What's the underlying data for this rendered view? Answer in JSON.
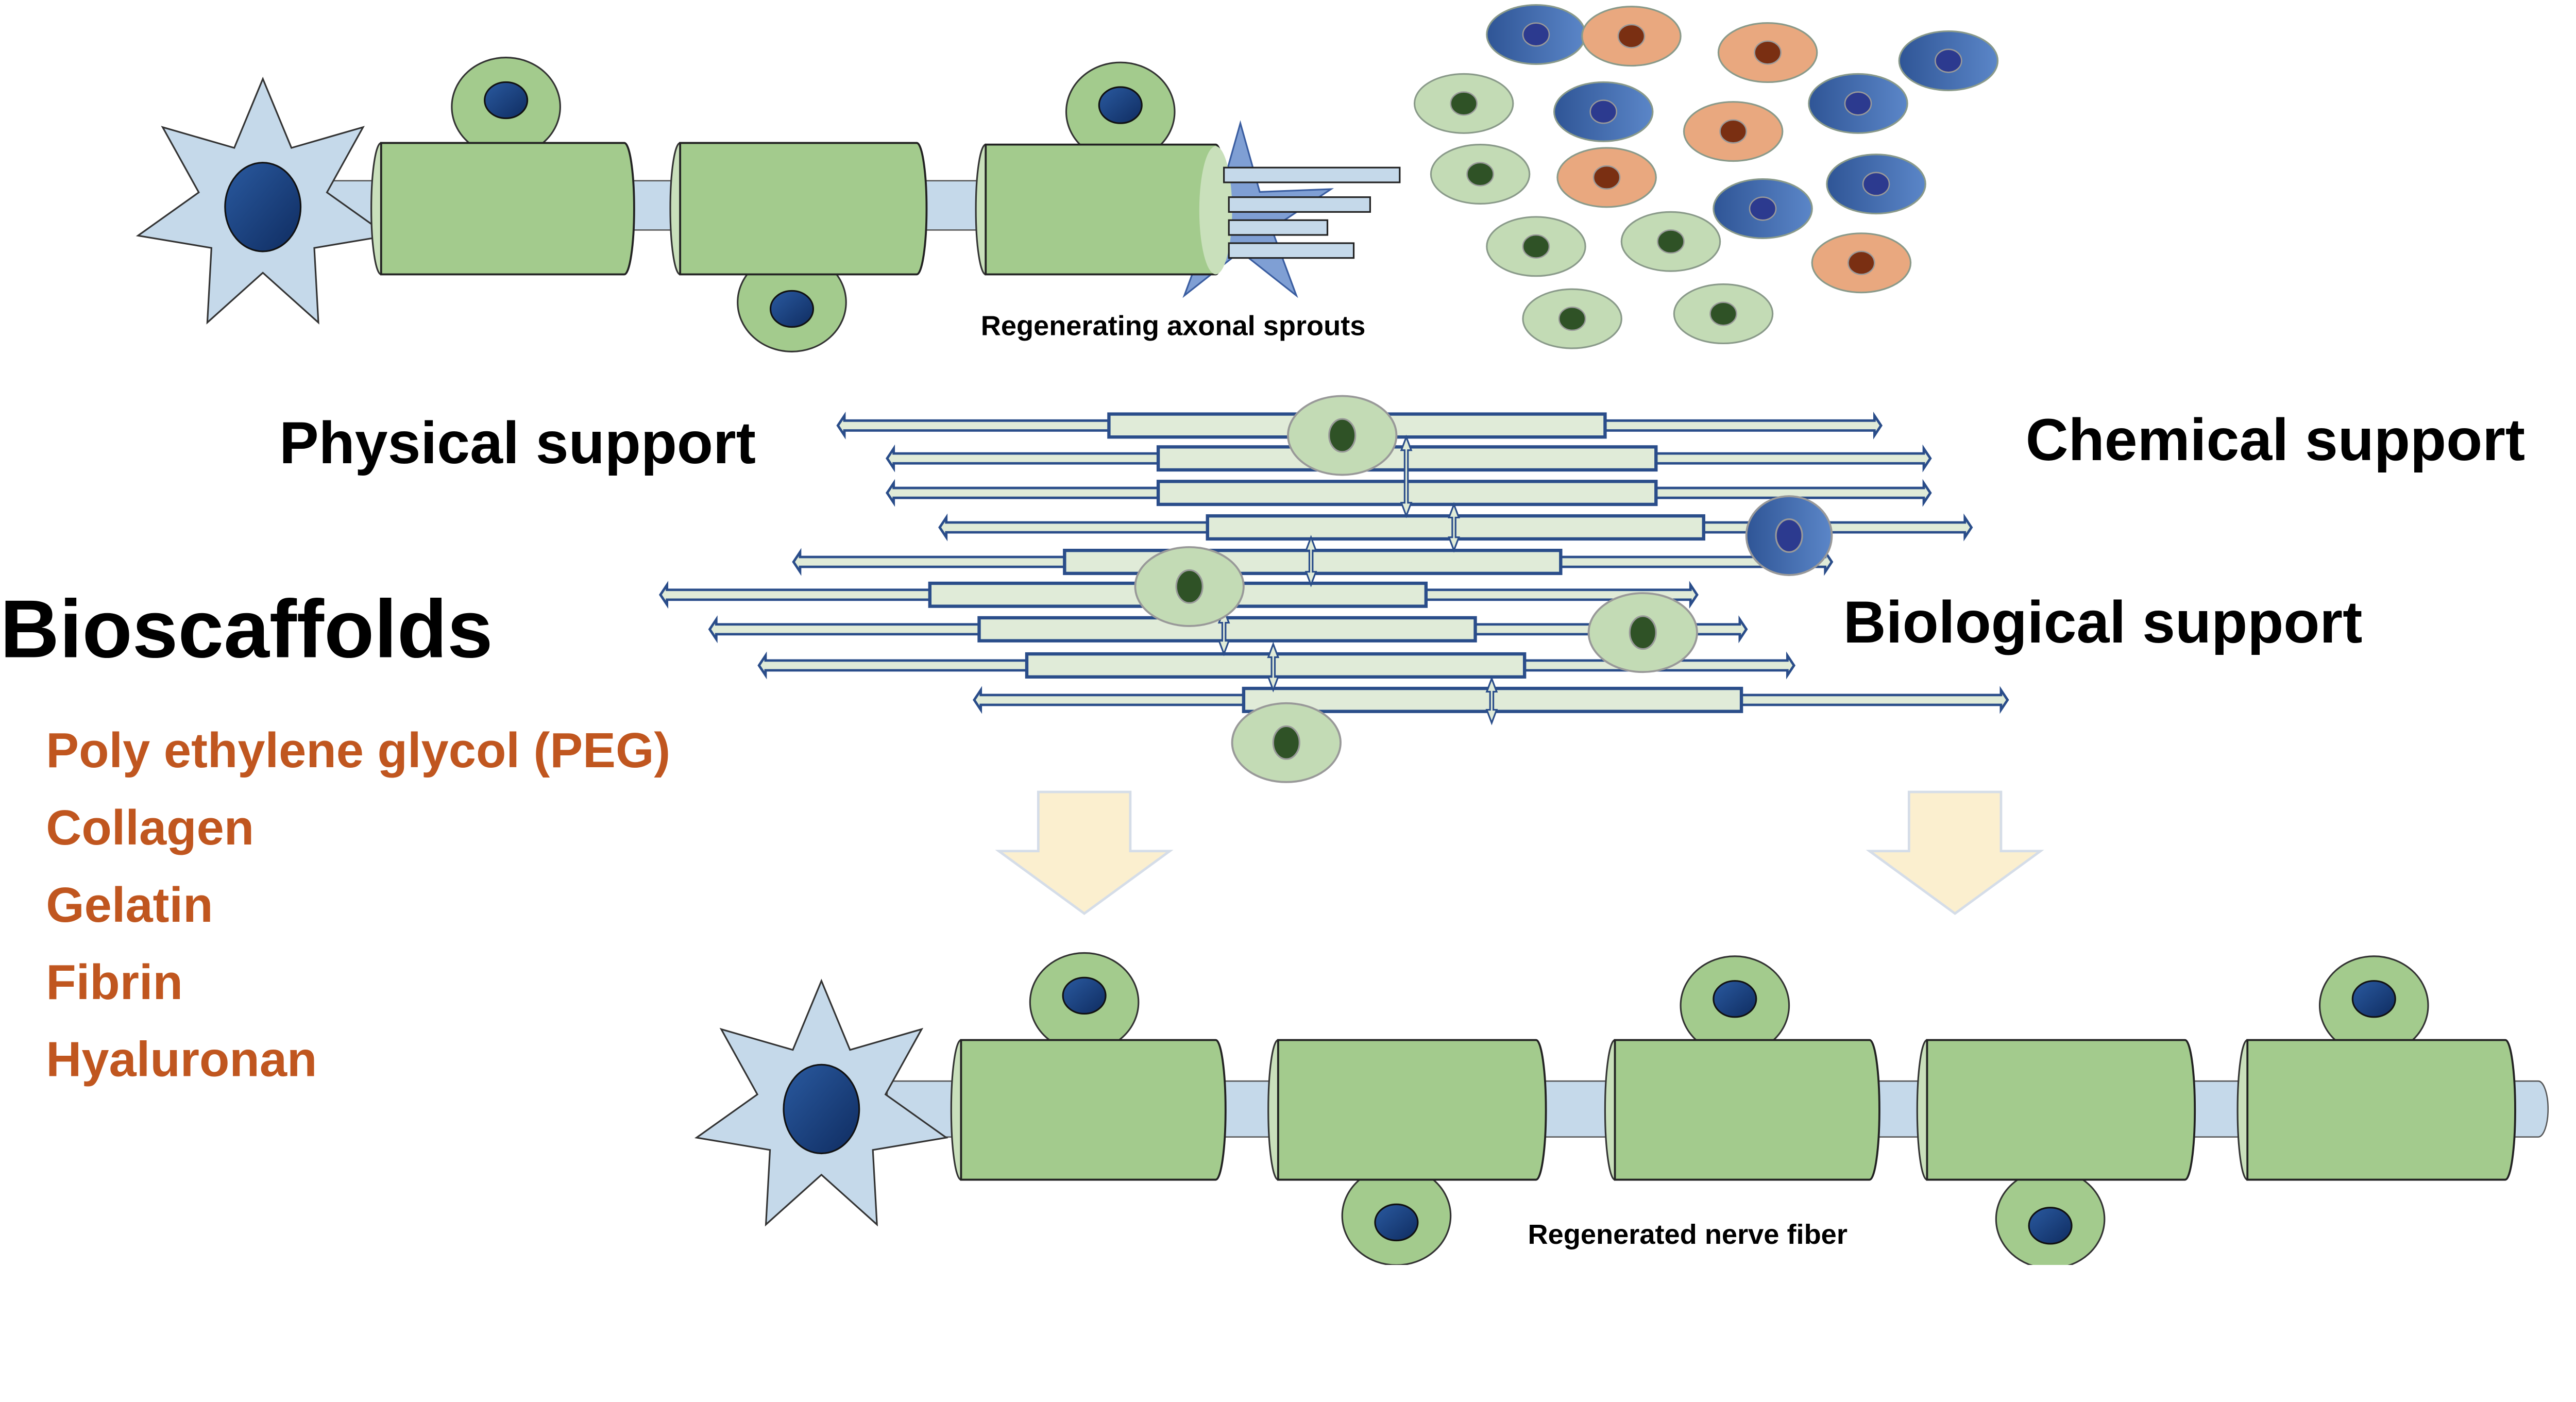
{
  "labels": {
    "sprouts": "Regenerating axonal sprouts",
    "physical": "Physical support",
    "chemical": "Chemical support",
    "biological": "Biological support",
    "regenerated": "Regenerated nerve fiber"
  },
  "bioscaffolds": {
    "title": "Bioscaffolds",
    "items": [
      "Poly ethylene glycol (PEG)",
      "Collagen",
      "Gelatin",
      "Fibrin",
      "Hyaluronan"
    ]
  },
  "colors": {
    "list_text": "#c0561f",
    "axon": "#c5d9ea",
    "myelin": "#a3cb8d",
    "nucleus_blue": "#1f4380",
    "scaffold_fill": "#e0ebd8",
    "scaffold_stroke": "#2a4d8a",
    "cell_green": "#c3dbb5",
    "cell_orange": "#e9a87f",
    "cell_blue": "#4a72b8",
    "arrow_fill": "#fbefcf"
  }
}
